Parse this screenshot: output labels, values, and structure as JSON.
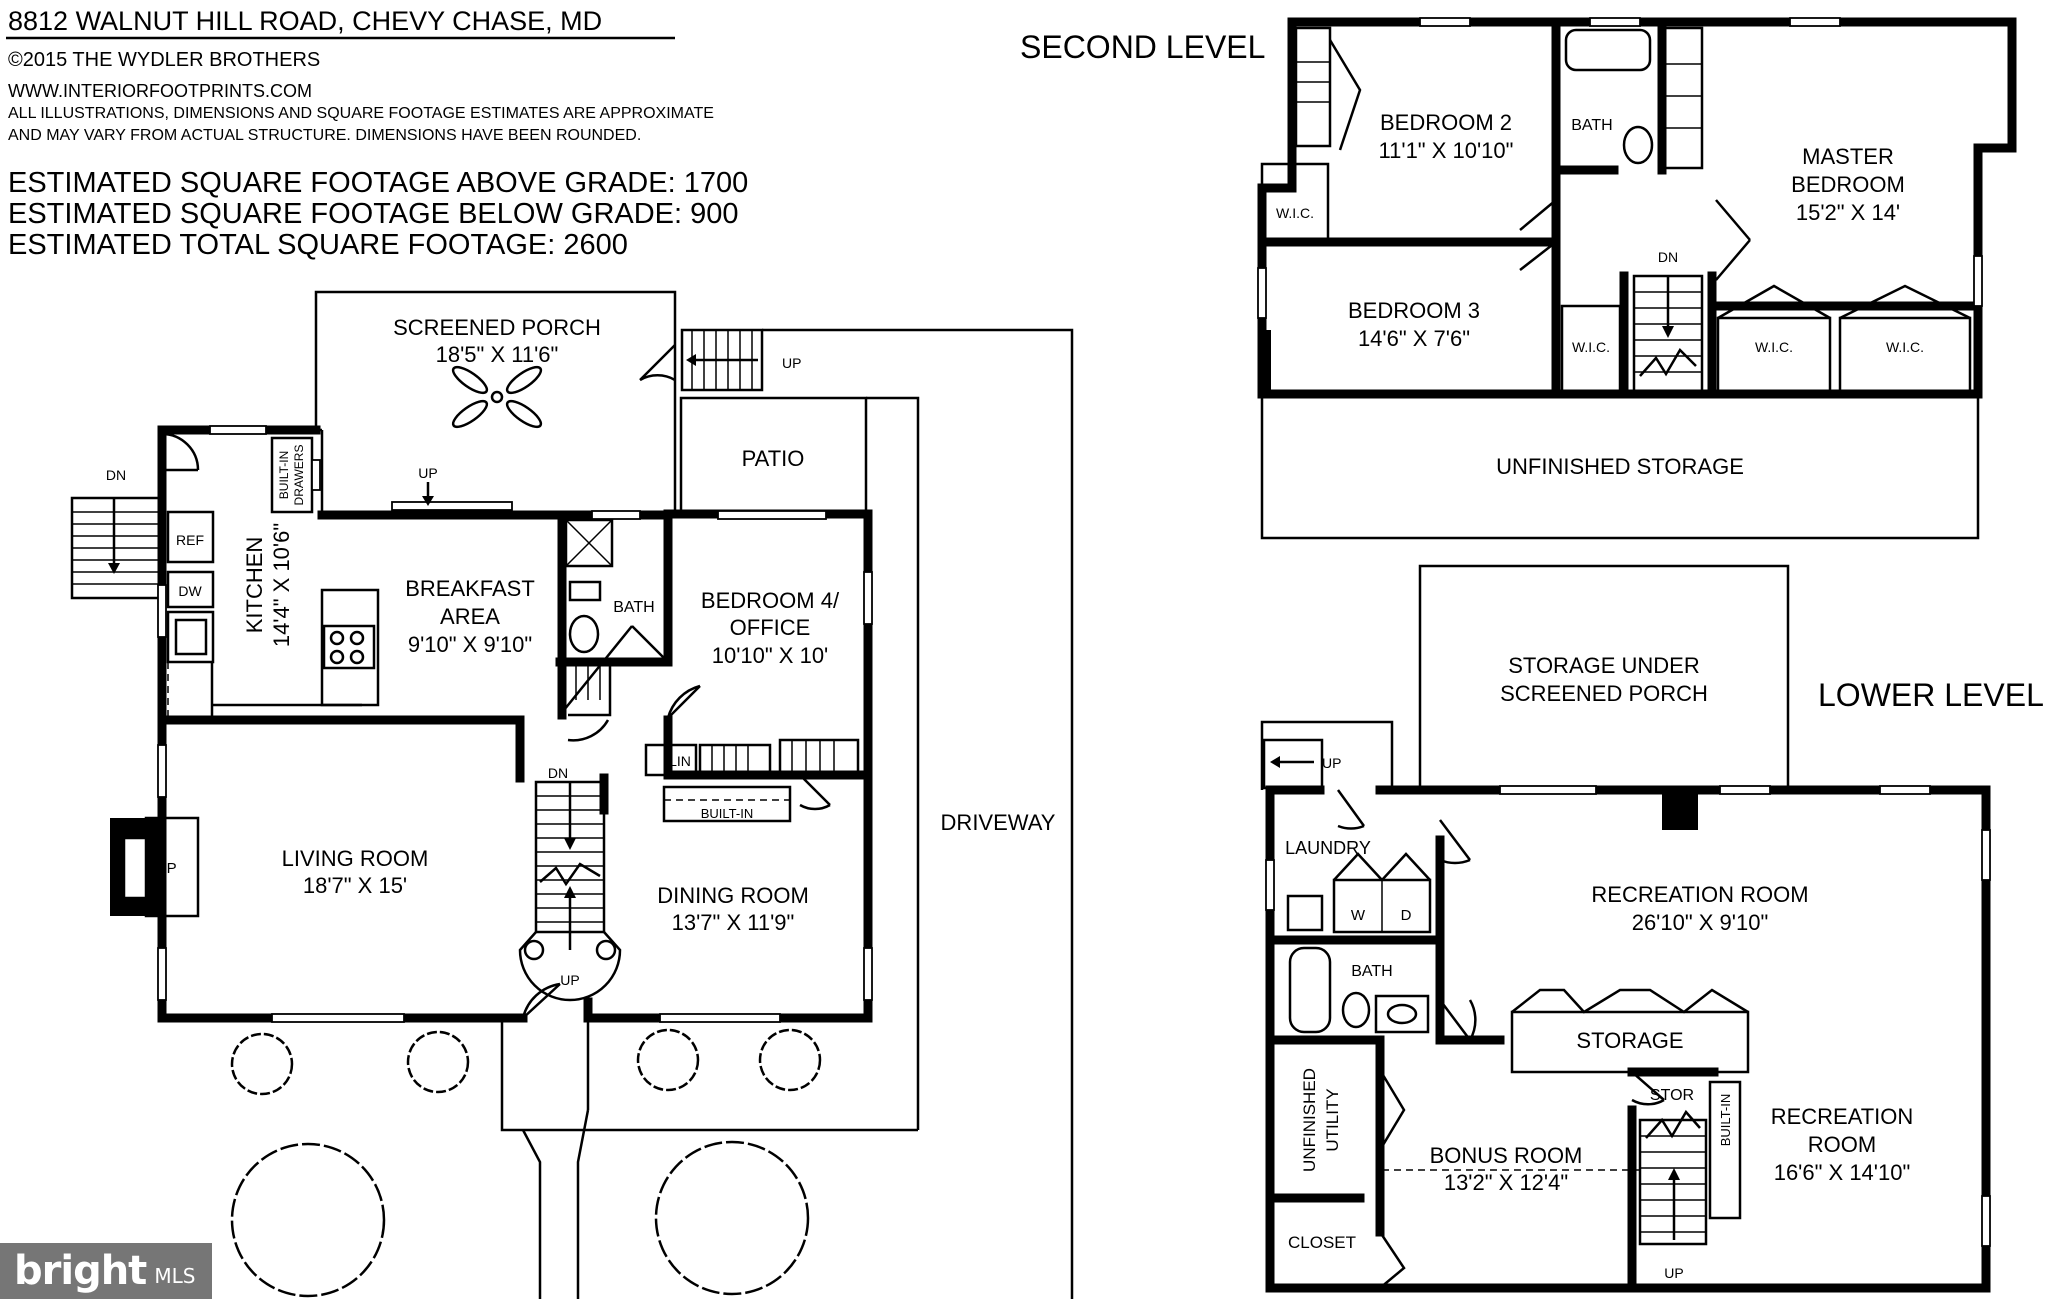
{
  "header": {
    "address": "8812 WALNUT HILL ROAD, CHEVY CHASE, MD",
    "copyright": "©2015 THE WYDLER BROTHERS",
    "website": "WWW.INTERIORFOOTPRINTS.COM",
    "disclaimer_1": "ALL ILLUSTRATIONS, DIMENSIONS AND SQUARE FOOTAGE ESTIMATES ARE APPROXIMATE",
    "disclaimer_2": "AND MAY VARY FROM ACTUAL STRUCTURE. DIMENSIONS HAVE BEEN ROUNDED.",
    "sqft_above": "ESTIMATED SQUARE FOOTAGE ABOVE GRADE: 1700",
    "sqft_below": "ESTIMATED SQUARE FOOTAGE BELOW GRADE: 900",
    "sqft_total": "ESTIMATED TOTAL SQUARE FOOTAGE: 2600"
  },
  "main_level": {
    "screened_porch": {
      "name": "SCREENED PORCH",
      "dims": "18'5\" X 11'6\""
    },
    "patio": "PATIO",
    "breakfast": {
      "name_1": "BREAKFAST",
      "name_2": "AREA",
      "dims": "9'10\" X 9'10\""
    },
    "kitchen": {
      "name": "KITCHEN",
      "dims": "14'4\" X 10'6\""
    },
    "bath": "BATH",
    "bedroom4": {
      "name_1": "BEDROOM 4/",
      "name_2": "OFFICE",
      "dims": "10'10\" X 10'"
    },
    "living_room": {
      "name": "LIVING ROOM",
      "dims": "18'7\" X 15'"
    },
    "dining_room": {
      "name": "DINING ROOM",
      "dims": "13'7\" X 11'9\""
    },
    "driveway": "DRIVEWAY",
    "ref": "REF",
    "dw": "DW",
    "fp": "FP",
    "lin": "LIN",
    "built_in": "BUILT-IN",
    "built_in_drawers_1": "BUILT-IN",
    "built_in_drawers_2": "DRAWERS",
    "up": "UP",
    "dn": "DN"
  },
  "second_level": {
    "title": "SECOND LEVEL",
    "bedroom2": {
      "name": "BEDROOM 2",
      "dims": "11'1\" X 10'10\""
    },
    "bath": "BATH",
    "master": {
      "name_1": "MASTER",
      "name_2": "BEDROOM",
      "dims": "15'2\" X 14'"
    },
    "wic": "W.I.C.",
    "bedroom3": {
      "name": "BEDROOM 3",
      "dims": "14'6\" X 7'6\""
    },
    "storage": "UNFINISHED STORAGE",
    "dn": "DN"
  },
  "lower_level": {
    "title": "LOWER LEVEL",
    "storage_porch_1": "STORAGE UNDER",
    "storage_porch_2": "SCREENED PORCH",
    "laundry": "LAUNDRY",
    "washer": "W",
    "dryer": "D",
    "rec_room": {
      "name": "RECREATION ROOM",
      "dims": "26'10\" X 9'10\""
    },
    "bath": "BATH",
    "storage": "STORAGE",
    "utility_1": "UNFINISHED",
    "utility_2": "UTILITY",
    "stor": "STOR",
    "built_in": "BUILT-IN",
    "rec_room2": {
      "name_1": "RECREATION",
      "name_2": "ROOM",
      "dims": "16'6\" X 14'10\""
    },
    "bonus_room": {
      "name": "BONUS ROOM",
      "dims": "13'2\" X 12'4\""
    },
    "closet": "CLOSET",
    "up": "UP"
  },
  "badge": {
    "brand": "bright",
    "mls": "MLS"
  }
}
